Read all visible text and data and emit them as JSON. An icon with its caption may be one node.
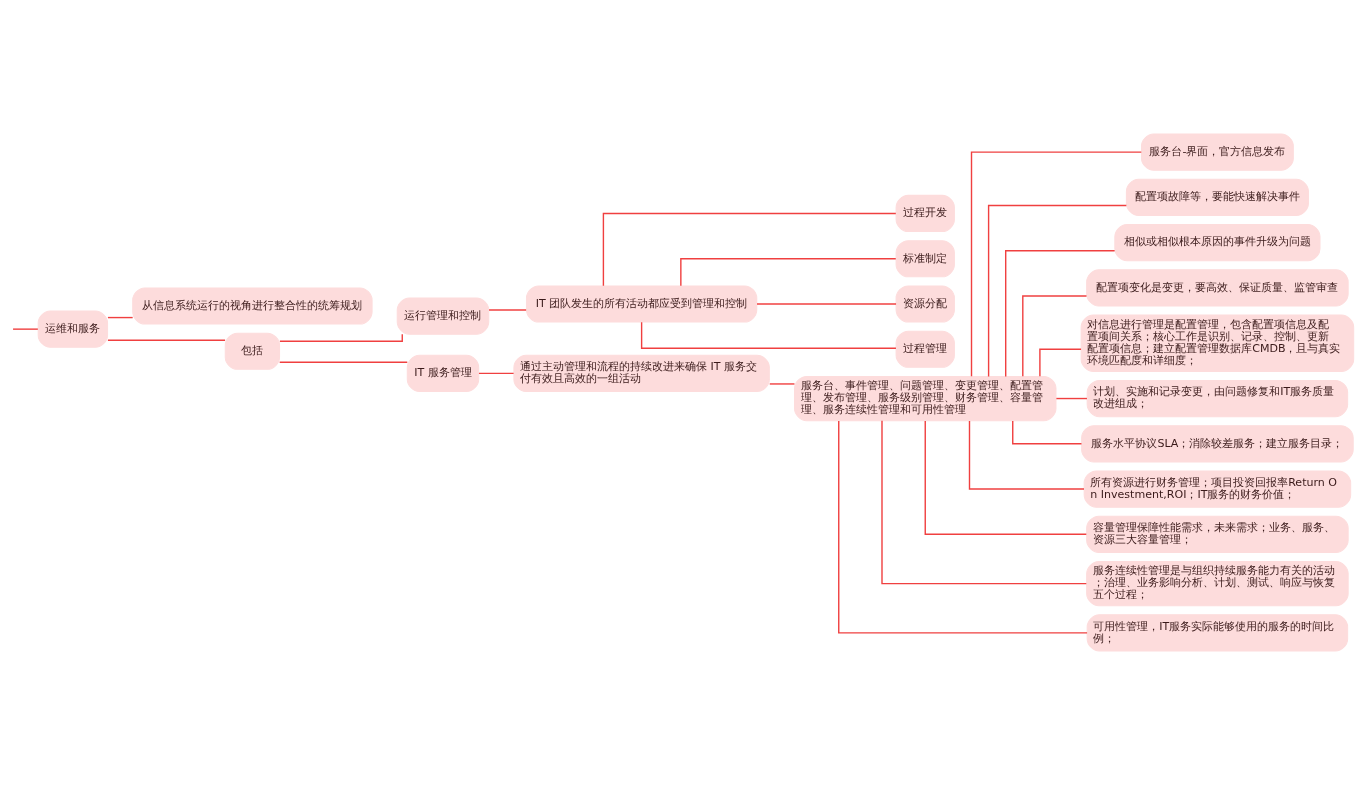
{
  "diagram": {
    "nodes": [
      {
        "text": [
          "运维和服务"
        ]
      },
      {
        "text": [
          "从信息系统运行的视角进行整合性的统筹规划"
        ]
      },
      {
        "text": [
          "包括"
        ]
      },
      {
        "text": [
          "运行管理和控制"
        ]
      },
      {
        "text": [
          "IT 团队发生的所有活动都应受到管理和控制"
        ]
      },
      {
        "text": [
          "过程开发"
        ]
      },
      {
        "text": [
          "标准制定"
        ]
      },
      {
        "text": [
          "资源分配"
        ]
      },
      {
        "text": [
          "过程管理"
        ]
      },
      {
        "text": [
          "IT 服务管理"
        ]
      },
      {
        "text": [
          "通过主动管理和流程的持续改进来确保 IT 服务交付有效且高效的一组活动"
        ]
      },
      {
        "text": [
          "服务台、事件管理、问题管理、变更管理、配置管理、发布管理、服务级别管理、财务管理、容量管理、服务连续性管理和可用性管理"
        ]
      },
      {
        "text": [
          "服务台-界面，官方信息发布"
        ]
      },
      {
        "text": [
          "配置项故障等，要能快速解决事件"
        ]
      },
      {
        "text": [
          "相似或相似根本原因的事件升级为问题"
        ]
      },
      {
        "text": [
          "配置项变化是变更，要高效、保证质量、监管审查"
        ]
      },
      {
        "text": [
          "对信息进行管理是配置管理，包含配置项信息及配置项间关系；核心工作是识别、记录、控制、更新配置项信息；建立配置管理数据库CMDB，且与真实环境匹配度和详细度；"
        ]
      },
      {
        "text": [
          "计划、实施和记录变更，由问题修复和IT服务质量改进组成；"
        ]
      },
      {
        "text": [
          "服务水平协议SLA；消除较差服务；建立服务目录；"
        ]
      },
      {
        "text": [
          "所有资源进行财务管理；项目投资回报率Return On Investment,ROI；IT服务的财务价值；"
        ]
      },
      {
        "text": [
          "容量管理保障性能需求，未来需求；业务、服务、资源三大容量管理；"
        ]
      },
      {
        "text": [
          "服务连续性管理是与组织持续服务能力有关的活动；治理、业务影响分析、计划、测试、响应与恢复五个过程；"
        ]
      },
      {
        "text": [
          "可用性管理，IT服务实际能够使用的服务的时间比例；"
        ]
      }
    ],
    "edges": [
      {
        "from": null,
        "to": 0,
        "arrow": "none"
      },
      {
        "from": 0,
        "to": 1,
        "arrow": "none"
      },
      {
        "from": 0,
        "to": 2,
        "arrow": "none"
      },
      {
        "from": 2,
        "to": 3,
        "arrow": "none"
      },
      {
        "from": 2,
        "to": 9,
        "arrow": "none"
      },
      {
        "from": 3,
        "to": 4,
        "arrow": "none"
      },
      {
        "from": 4,
        "to": 5,
        "arrow": "none"
      },
      {
        "from": 4,
        "to": 6,
        "arrow": "none"
      },
      {
        "from": 4,
        "to": 7,
        "arrow": "none"
      },
      {
        "from": 4,
        "to": 8,
        "arrow": "none"
      },
      {
        "from": 9,
        "to": 10,
        "arrow": "none"
      },
      {
        "from": 10,
        "to": 11,
        "arrow": "none"
      },
      {
        "from": 11,
        "to": 12,
        "arrow": "none"
      },
      {
        "from": 11,
        "to": 13,
        "arrow": "none"
      },
      {
        "from": 11,
        "to": 14,
        "arrow": "none"
      },
      {
        "from": 11,
        "to": 15,
        "arrow": "none"
      },
      {
        "from": 11,
        "to": 16,
        "arrow": "none"
      },
      {
        "from": 11,
        "to": 17,
        "arrow": "none"
      },
      {
        "from": 11,
        "to": 18,
        "arrow": "none"
      },
      {
        "from": 11,
        "to": 19,
        "arrow": "none"
      },
      {
        "from": 11,
        "to": 20,
        "arrow": "none"
      },
      {
        "from": 11,
        "to": 21,
        "arrow": "none"
      },
      {
        "from": 11,
        "to": 22,
        "arrow": "none"
      }
    ]
  }
}
